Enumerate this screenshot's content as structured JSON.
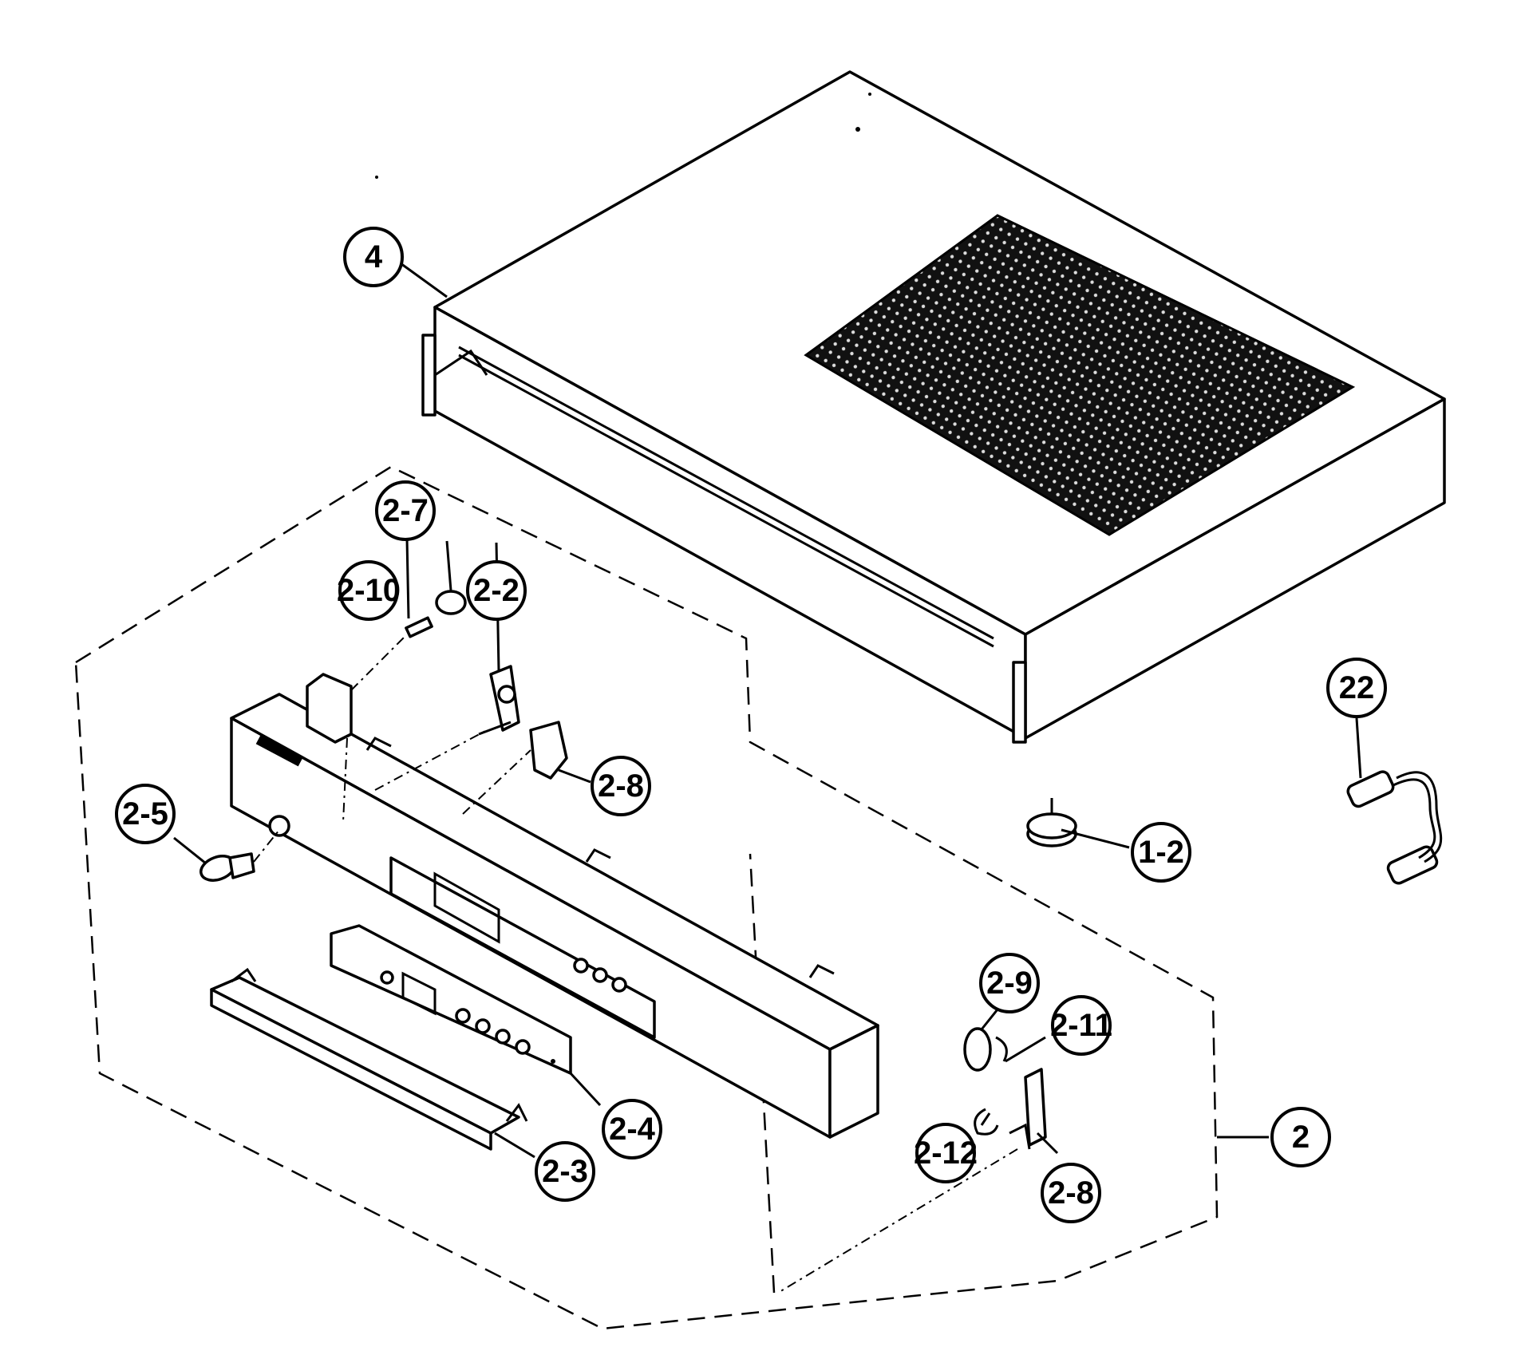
{
  "diagram": {
    "callouts": {
      "cover": "4",
      "panel_assembly": "2",
      "part_2_2": "2-2",
      "part_2_3": "2-3",
      "part_2_4": "2-4",
      "part_2_5": "2-5",
      "part_2_7": "2-7",
      "part_2_8_upper": "2-8",
      "part_2_8_lower": "2-8",
      "part_2_9": "2-9",
      "part_2_10": "2-10",
      "part_2_11": "2-11",
      "part_2_12": "2-12",
      "part_1_2": "1-2",
      "part_22": "22"
    }
  }
}
